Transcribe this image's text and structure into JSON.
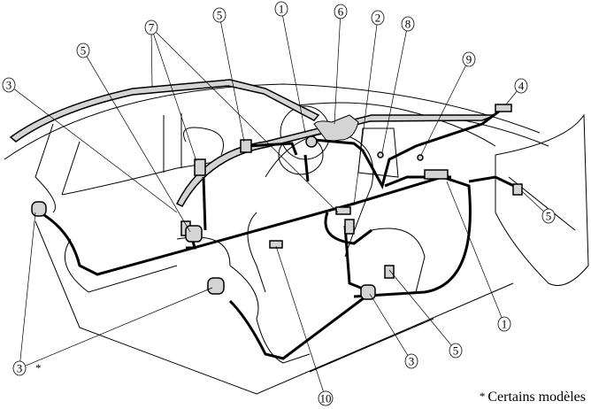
{
  "diagram": {
    "subject": "airbag-system-components",
    "callouts": [
      {
        "id": "c1a",
        "label": "1"
      },
      {
        "id": "c1b",
        "label": "1"
      },
      {
        "id": "c2",
        "label": "2"
      },
      {
        "id": "c3a",
        "label": "3"
      },
      {
        "id": "c3b",
        "label": "3"
      },
      {
        "id": "c3c",
        "label": "3"
      },
      {
        "id": "c4",
        "label": "4"
      },
      {
        "id": "c5a",
        "label": "5"
      },
      {
        "id": "c5b",
        "label": "5"
      },
      {
        "id": "c5c",
        "label": "5"
      },
      {
        "id": "c5d",
        "label": "5"
      },
      {
        "id": "c6",
        "label": "6"
      },
      {
        "id": "c7",
        "label": "7"
      },
      {
        "id": "c8",
        "label": "8"
      },
      {
        "id": "c9",
        "label": "9"
      },
      {
        "id": "c10",
        "label": "10"
      }
    ],
    "asterisk_mark": "*",
    "footnote": {
      "mark": "*",
      "text": "Certains modèles"
    },
    "colors": {
      "line": "#000000",
      "component_fill": "#d4d4d4"
    }
  }
}
